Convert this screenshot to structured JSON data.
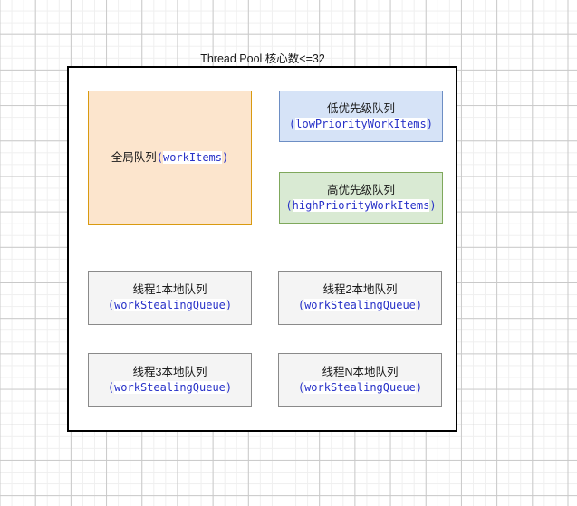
{
  "diagram": {
    "title": "Thread Pool 核心数<=32",
    "background": "grid-paper",
    "container_border_color": "#000000",
    "boxes": [
      {
        "id": "global-queue",
        "zh_label": "全局队列",
        "code_label": "workItems",
        "layout": "inline",
        "fill": "#fce5cd",
        "border": "#d99a10",
        "open_paren": "(",
        "close_paren": ")"
      },
      {
        "id": "low-priority-queue",
        "zh_label": "低优先级队列",
        "code_label": "lowPriorityWorkItems",
        "layout": "stacked",
        "fill": "#d6e3f7",
        "border": "#6d8ec4",
        "open_paren": "(",
        "close_paren": ")"
      },
      {
        "id": "high-priority-queue",
        "zh_label": "高优先级队列",
        "code_label": "highPriorityWorkItems",
        "layout": "stacked",
        "fill": "#d9ead3",
        "border": "#7fa85c",
        "open_paren": "(",
        "close_paren": ")"
      },
      {
        "id": "thread1-local-queue",
        "zh_label": "线程1本地队列",
        "code_label": "workStealingQueue",
        "layout": "stacked",
        "fill": "#f4f4f4",
        "border": "#8a8a8a",
        "open_paren": "(",
        "close_paren": ")"
      },
      {
        "id": "thread2-local-queue",
        "zh_label": "线程2本地队列",
        "code_label": "workStealingQueue",
        "layout": "stacked",
        "fill": "#f4f4f4",
        "border": "#8a8a8a",
        "open_paren": "(",
        "close_paren": ")"
      },
      {
        "id": "thread3-local-queue",
        "zh_label": "线程3本地队列",
        "code_label": "workStealingQueue",
        "layout": "stacked",
        "fill": "#f4f4f4",
        "border": "#8a8a8a",
        "open_paren": "(",
        "close_paren": ")"
      },
      {
        "id": "threadN-local-queue",
        "zh_label": "线程N本地队列",
        "code_label": "workStealingQueue",
        "layout": "stacked",
        "fill": "#f4f4f4",
        "border": "#8a8a8a",
        "open_paren": "(",
        "close_paren": ")"
      }
    ],
    "code_text_color": "#2731c8",
    "label_text_color": "#1a1a1a"
  }
}
